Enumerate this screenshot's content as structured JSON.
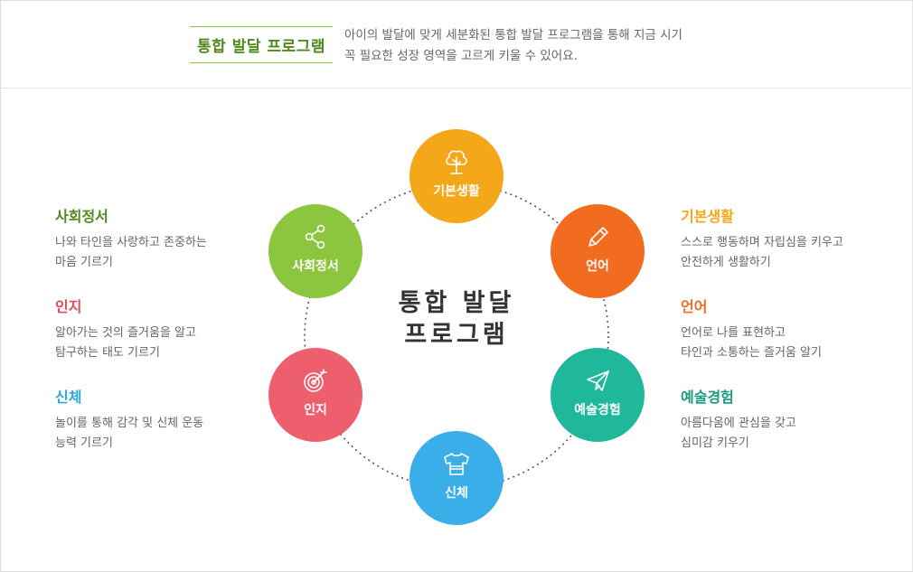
{
  "header": {
    "badge": "통합 발달 프로그램",
    "intro_lines": [
      "아이의 발달에 맞게 세분화된 통합 발달 프로그램을 통해 지금 시기",
      "꼭 필요한 성장 영역을 고르게 키울 수 있어요."
    ]
  },
  "center_title": [
    "통합 발달",
    "프로그램"
  ],
  "nodes": {
    "basic": {
      "label": "기본생활",
      "color": "#f5a71a",
      "icon": "tree-icon"
    },
    "language": {
      "label": "언어",
      "color": "#f26c1f",
      "icon": "pencil-icon"
    },
    "art": {
      "label": "예술경험",
      "color": "#1fb89a",
      "icon": "paper-plane-icon"
    },
    "physical": {
      "label": "신체",
      "color": "#39aee8",
      "icon": "t-shirt-icon"
    },
    "cognitive": {
      "label": "인지",
      "color": "#ee5f6e",
      "icon": "target-icon"
    },
    "social": {
      "label": "사회정서",
      "color": "#8cc63f",
      "icon": "share-icon"
    }
  },
  "descriptions": {
    "social": {
      "title": "사회정서",
      "color": "#4f8a1f",
      "lines": [
        "나와 타인을 사랑하고 존중하는",
        "마음 기르기"
      ]
    },
    "cognitive": {
      "title": "인지",
      "color": "#e04b5a",
      "lines": [
        "알아가는 것의 즐거움을 알고",
        "탐구하는 태도 기르기"
      ]
    },
    "physical": {
      "title": "신체",
      "color": "#2fa6e0",
      "lines": [
        "놀이를 통해 감각 및 신체 운동",
        "능력 기르기"
      ]
    },
    "basic": {
      "title": "기본생활",
      "color": "#f5a71a",
      "lines": [
        "스스로 행동하며 자립심을 키우고",
        "안전하게 생활하기"
      ]
    },
    "language": {
      "title": "언어",
      "color": "#f26c1f",
      "lines": [
        "언어로 나를 표현하고",
        "타인과 소통하는 즐거움 알기"
      ]
    },
    "art": {
      "title": "예술경험",
      "color": "#1a9a80",
      "lines": [
        "아름다움에 관심을 갖고",
        "심미감 키우기"
      ]
    }
  }
}
